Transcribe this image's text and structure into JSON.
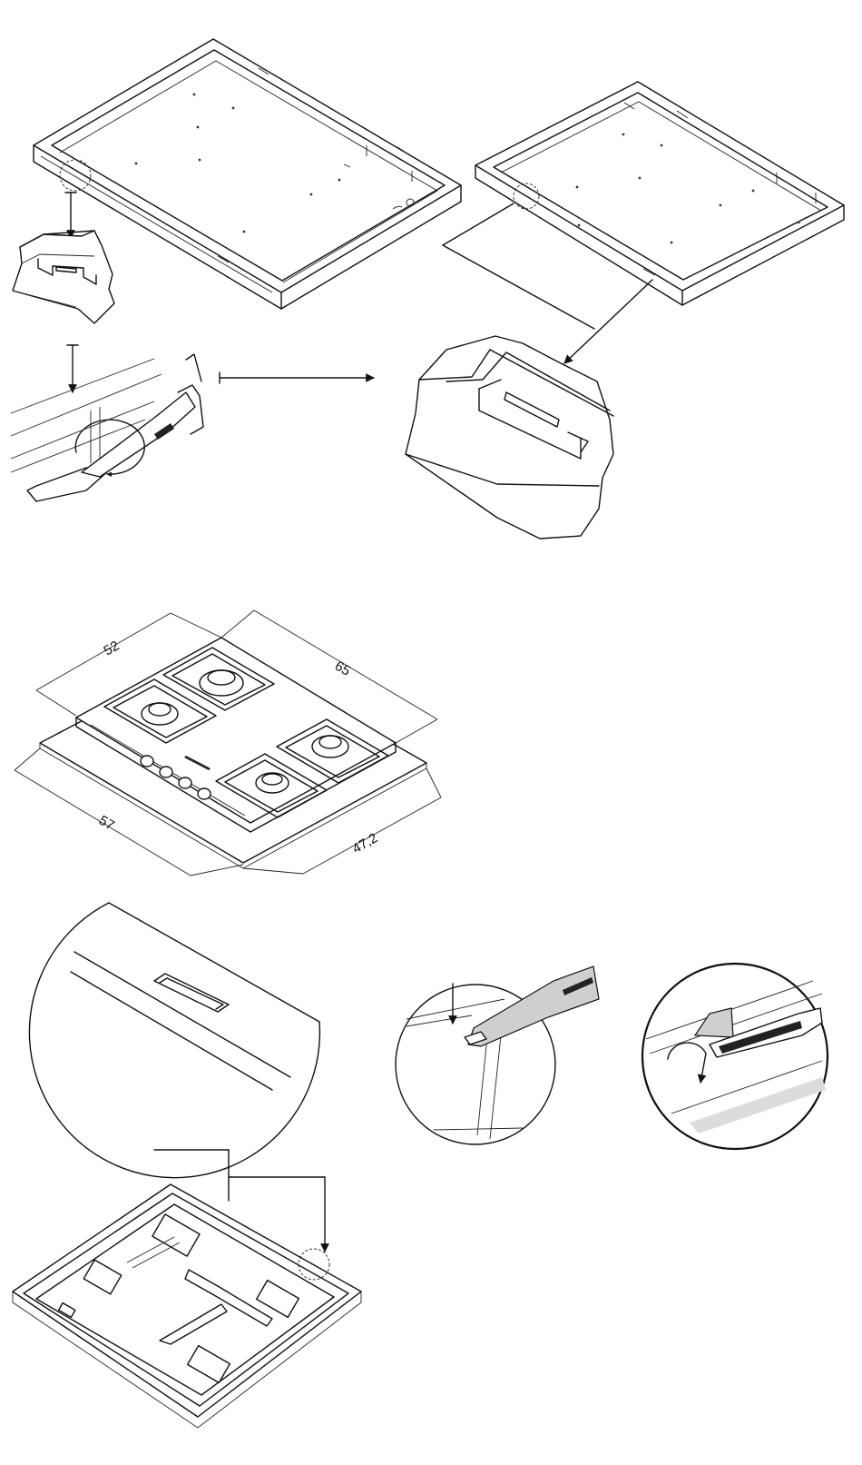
{
  "figures": {
    "hob_dimensions": {
      "dimension_labels": {
        "depth": "52",
        "width": "65",
        "cutout_width": "57",
        "cutout_depth": "47,2"
      }
    }
  },
  "colors": {
    "line": "#111111",
    "highlight_gray": "#c8c8c8",
    "background": "#ffffff"
  }
}
